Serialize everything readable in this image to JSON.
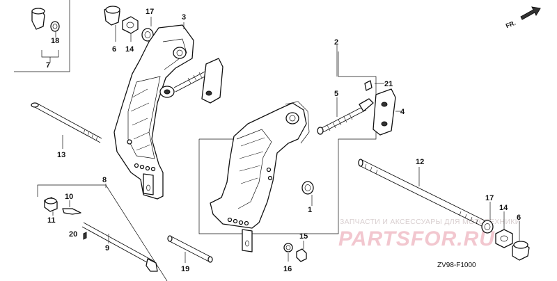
{
  "diagram": {
    "diagram_code": "ZV98-F1000",
    "direction_label": "FR.",
    "watermark": {
      "tagline": "ЗАПЧАСТИ И АКСЕССУАРЫ ДЛЯ МОТОТЕХНИКИ",
      "logo": "PARTSFOR.RU"
    },
    "callouts": [
      {
        "id": "c1",
        "label": "1"
      },
      {
        "id": "c2",
        "label": "2"
      },
      {
        "id": "c3",
        "label": "3"
      },
      {
        "id": "c4",
        "label": "4"
      },
      {
        "id": "c5",
        "label": "5"
      },
      {
        "id": "c6a",
        "label": "6"
      },
      {
        "id": "c6b",
        "label": "6"
      },
      {
        "id": "c7",
        "label": "7"
      },
      {
        "id": "c8",
        "label": "8"
      },
      {
        "id": "c9",
        "label": "9"
      },
      {
        "id": "c10",
        "label": "10"
      },
      {
        "id": "c11",
        "label": "11"
      },
      {
        "id": "c12",
        "label": "12"
      },
      {
        "id": "c13",
        "label": "13"
      },
      {
        "id": "c14a",
        "label": "14"
      },
      {
        "id": "c14b",
        "label": "14"
      },
      {
        "id": "c15",
        "label": "15"
      },
      {
        "id": "c16",
        "label": "16"
      },
      {
        "id": "c17a",
        "label": "17"
      },
      {
        "id": "c17b",
        "label": "17"
      },
      {
        "id": "c18",
        "label": "18"
      },
      {
        "id": "c19",
        "label": "19"
      },
      {
        "id": "c20",
        "label": "20"
      },
      {
        "id": "c21",
        "label": "21"
      }
    ]
  }
}
